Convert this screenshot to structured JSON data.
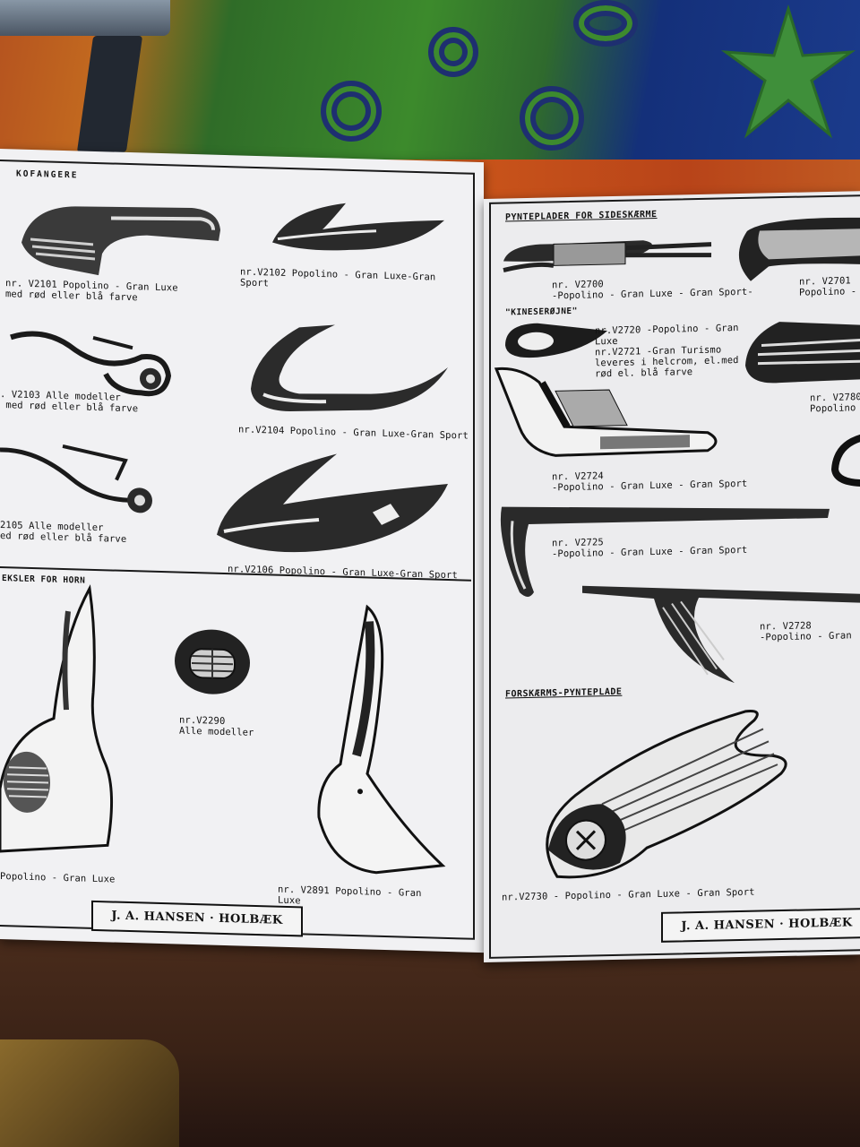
{
  "left_page": {
    "section_title": "KOFANGERE",
    "captions": {
      "v2101": "nr. V2101 Popolino - Gran Luxe\nmed rød eller blå farve",
      "v2102": "nr.V2102 Popolino - Gran Luxe-Gran\nSport",
      "v2103": ". V2103 Alle modeller\n med rød eller blå farve",
      "v2104": "nr.V2104 Popolino - Gran Luxe-Gran Sport",
      "v2105": "2105 Alle modeller\ned rød eller blå farve",
      "v2106": "nr.V2106 Popolino - Gran Luxe-Gran Sport",
      "v2290": "nr.V2290\nAlle modeller",
      "horn_left": "Popolino - Gran Luxe",
      "v2891": "nr. V2891 Popolino - Gran\nLuxe"
    },
    "horn_section_title": "EKSLER FOR HORN",
    "footer": "J. A. HANSEN · HOLBÆK"
  },
  "right_page": {
    "section_title": "PYNTEPLADER FOR SIDESKÆRME",
    "captions": {
      "v2700": "nr. V2700\n-Popolino - Gran Luxe - Gran Sport-",
      "v2701": "nr. V2701\nPopolino -",
      "v2720": "nr.V2720 -Popolino - Gran\nLuxe\nnr.V2721 -Gran Turismo\nleveres i helcrom, el.med\nrød el. blå farve",
      "v2780": "nr. V2780\nPopolino",
      "v2724": "nr. V2724\n-Popolino - Gran Luxe - Gran Sport",
      "v2725": "nr. V2725\n-Popolino - Gran Luxe - Gran Sport",
      "v2728": "nr. V2728\n-Popolino - Gran",
      "v2730": "nr.V2730 - Popolino - Gran Luxe - Gran Sport"
    },
    "kineser_title": "\"KINESERØJNE\"",
    "forskaerm_title": "FORSKÆRMS-PYNTEPLADE",
    "footer": "J. A. HANSEN · HOLBÆK"
  },
  "colors": {
    "paper": "#f1f1f3",
    "ink": "#121212",
    "table_wood": "#3a2216",
    "cloth_green": "#3c8a2c",
    "cloth_blue": "#1b3b8c",
    "cloth_orange": "#e08f1c"
  }
}
